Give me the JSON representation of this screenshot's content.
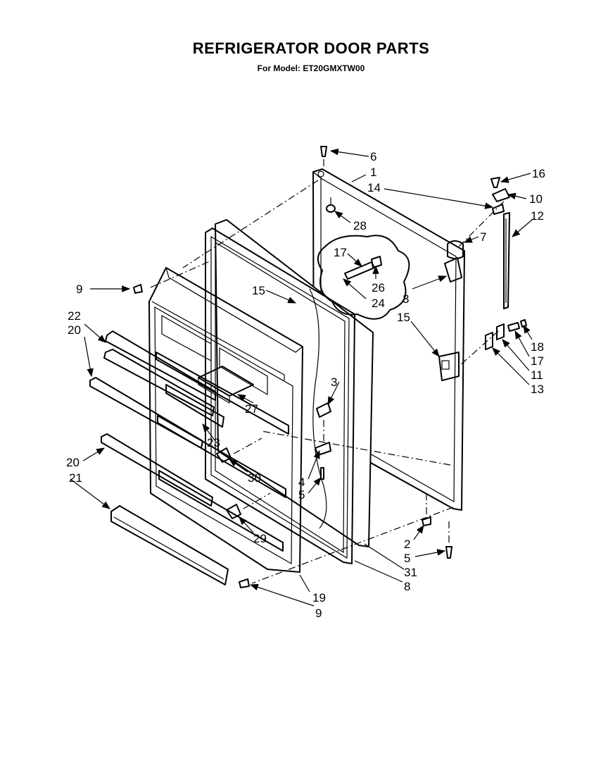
{
  "diagram": {
    "title": "REFRIGERATOR DOOR PARTS",
    "subtitle": "For Model: ET20GMXTW00"
  },
  "callouts": {
    "c6": "6",
    "c1": "1",
    "c16": "16",
    "c14": "14",
    "c10": "10",
    "c12": "12",
    "c28": "28",
    "c7": "7",
    "c17a": "17",
    "c26": "26",
    "c24": "24",
    "c9a": "9",
    "c15a": "15",
    "c3a": "3",
    "c15b": "15",
    "c22": "22",
    "c20a": "20",
    "c18": "18",
    "c17b": "17",
    "c11": "11",
    "c13": "13",
    "c3b": "3",
    "c27": "27",
    "c23": "23",
    "c20b": "20",
    "c30": "30",
    "c21": "21",
    "c4": "4",
    "c5a": "5",
    "c29": "29",
    "c2": "2",
    "c5b": "5",
    "c31": "31",
    "c8": "8",
    "c19": "19",
    "c9b": "9"
  }
}
